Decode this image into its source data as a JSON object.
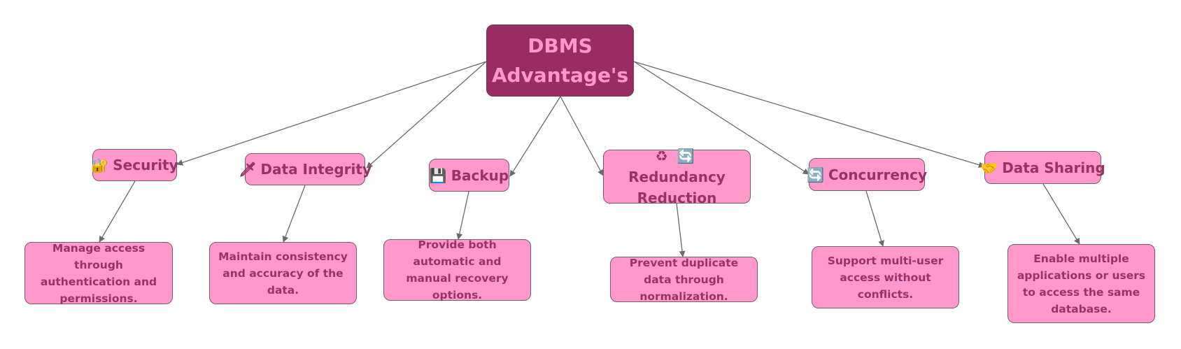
{
  "root": {
    "line1": "DBMS",
    "line2": "Advantage's"
  },
  "topics": [
    {
      "label": "Security",
      "icon": "🔐",
      "icon_name": "lock-key-icon",
      "desc": "Manage access through authentication and permissions."
    },
    {
      "label": "Data Integrity",
      "icon": "🗡",
      "icon_name": "missing-glyph-icon",
      "desc": "Maintain consistency and accuracy of the data."
    },
    {
      "label": "Backup",
      "icon": "💾",
      "icon_name": "floppy-disk-icon",
      "desc": "Provide both automatic and manual recovery options."
    },
    {
      "label": "Redundancy Reduction",
      "icon": "♻",
      "icon2": "🔄",
      "icon_name": "recycle-icon",
      "desc": "Prevent duplicate data through normalization."
    },
    {
      "label": "Concurrency",
      "icon": "🔄",
      "icon_name": "refresh-arrows-icon",
      "desc": "Support multi-user access without conflicts."
    },
    {
      "label": "Data Sharing",
      "icon": "🤝",
      "icon_name": "missing-glyph-icon",
      "desc": "Enable multiple applications or users to access the same database."
    }
  ],
  "colors": {
    "root_fill": "#992d62",
    "root_text": "#ff99cc",
    "node_fill": "#ff99cc",
    "node_text": "#993366",
    "border": "#7a5a6e",
    "edge": "#666666"
  }
}
